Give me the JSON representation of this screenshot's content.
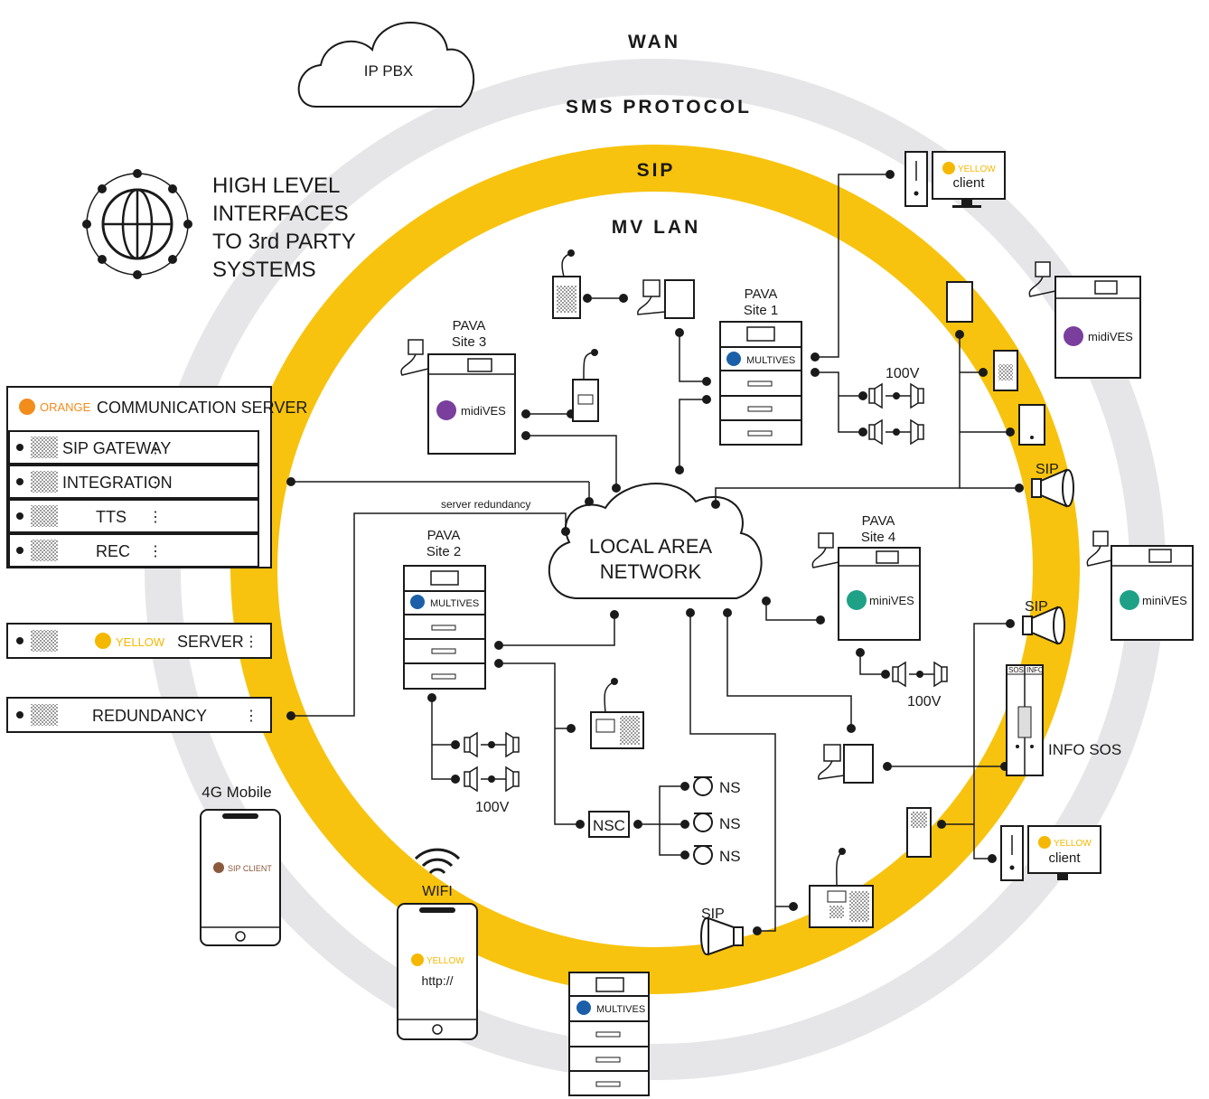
{
  "rings": {
    "wan": "WAN",
    "sms": "SMS PROTOCOL",
    "sip": "SIP",
    "mvlan": "MV LAN"
  },
  "cloud_ippbx": "IP PBX",
  "cloud_lan": [
    "LOCAL AREA",
    "NETWORK"
  ],
  "high_level": [
    "HIGH LEVEL",
    "INTERFACES",
    "TO 3rd PARTY",
    "SYSTEMS"
  ],
  "server_panel": {
    "brand": "ORANGE",
    "title": "COMMUNICATION SERVER",
    "rows": [
      "SIP GATEWAY",
      "INTEGRATION",
      "TTS",
      "REC"
    ]
  },
  "yellow_server": {
    "brand": "YELLOW",
    "label": "SERVER"
  },
  "redundancy": "REDUNDANCY",
  "server_redundancy": "server redundancy",
  "pava": {
    "site1": [
      "PAVA",
      "Site 1"
    ],
    "site2": [
      "PAVA",
      "Site 2"
    ],
    "site3": [
      "PAVA",
      "Site 3"
    ],
    "site4": [
      "PAVA",
      "Site 4"
    ]
  },
  "brands": {
    "multives": "MULTIVES",
    "midives": "midiVES",
    "minives": "miniVES",
    "yellow": "YELLOW",
    "client": "client",
    "sip_client": "SIP CLIENT",
    "http": "http://"
  },
  "labels": {
    "v100": "100V",
    "sip": "SIP",
    "info_sos": "INFO SOS",
    "sos": "SOS",
    "info": "INFO",
    "nsc": "NSC",
    "ns": "NS",
    "mobile": "4G Mobile",
    "wifi": "WIFI"
  },
  "colors": {
    "sip_ring": "#F8C30E",
    "outer_ring": "#E6E6E8",
    "orange": "#F28C1A",
    "yellow": "#F5B800",
    "multives_blue": "#1B5FA8",
    "midives_purple": "#7A3E9D",
    "minives_teal": "#1FA187",
    "sip_client_brown": "#8B5A3C"
  }
}
